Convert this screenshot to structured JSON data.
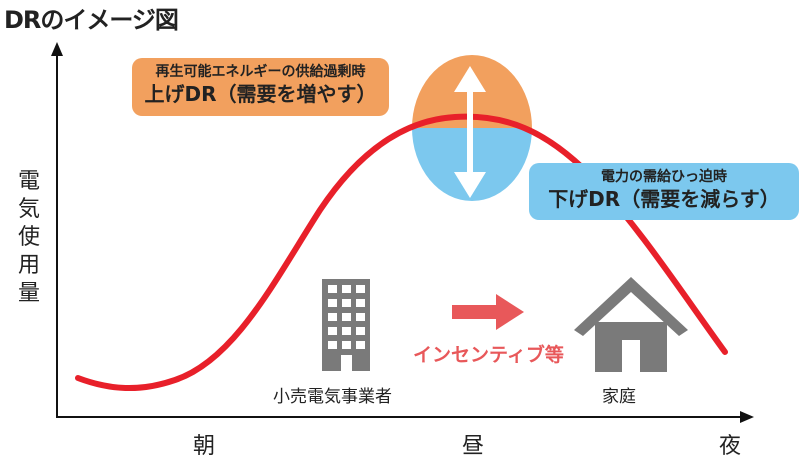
{
  "title": "DRのイメージ図",
  "axis": {
    "y_label": "電気使用量",
    "x_ticks": [
      "朝",
      "昼",
      "夜"
    ]
  },
  "callouts": {
    "up": {
      "small": "再生可能エネルギーの供給過剰時",
      "big": "上げDR（需要を増やす）",
      "color": "#f2a05e"
    },
    "down": {
      "small": "電力の需給ひっ迫時",
      "big": "下げDR（需要を減らす）",
      "color": "#7cc8ee"
    }
  },
  "actors": {
    "retailer": "小売電気事業者",
    "home": "家庭",
    "flow": "インセンティブ等"
  },
  "colors": {
    "curve": "#e8202a",
    "icon": "#7a7a7a",
    "arrow": "#e8585a"
  }
}
